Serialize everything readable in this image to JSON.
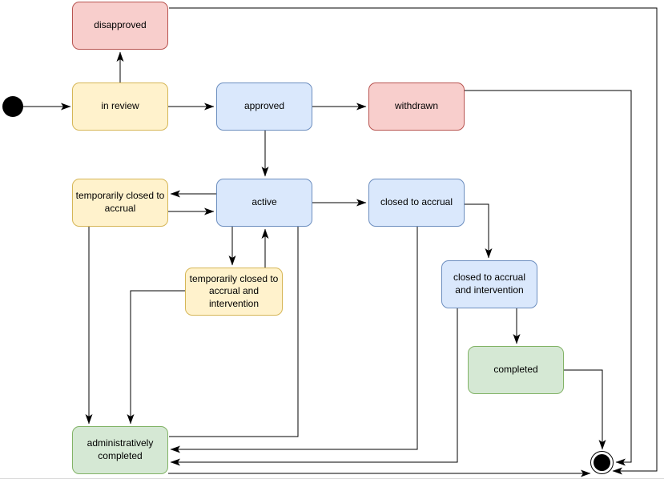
{
  "diagram": {
    "kind": "state-machine-diagram",
    "palette": {
      "yellow": {
        "fill": "#FFF2CC",
        "stroke": "#D6B656"
      },
      "blue": {
        "fill": "#DAE8FC",
        "stroke": "#6C8EBF"
      },
      "red": {
        "fill": "#F8CECC",
        "stroke": "#B85450"
      },
      "green": {
        "fill": "#D5E8D4",
        "stroke": "#82B366"
      },
      "edge": "#000000",
      "terminal": "#000000"
    },
    "nodes": {
      "start": {
        "kind": "initial-state"
      },
      "in_review": {
        "label": "in review",
        "color": "yellow"
      },
      "disapproved": {
        "label": "disapproved",
        "color": "red"
      },
      "approved": {
        "label": "approved",
        "color": "blue"
      },
      "withdrawn": {
        "label": "withdrawn",
        "color": "red"
      },
      "temp_closed_accrual": {
        "label": "temporarily closed to\naccrual",
        "color": "yellow"
      },
      "active": {
        "label": "active",
        "color": "blue"
      },
      "closed_accrual": {
        "label": "closed to accrual",
        "color": "blue"
      },
      "temp_closed_accrual_intervention": {
        "label": "temporarily closed to\naccrual and\nintervention",
        "color": "yellow"
      },
      "closed_accrual_intervention": {
        "label": "closed to accrual\nand intervention",
        "color": "blue"
      },
      "completed": {
        "label": "completed",
        "color": "green"
      },
      "admin_completed": {
        "label": "administratively\ncompleted",
        "color": "green"
      },
      "end": {
        "kind": "final-state"
      }
    },
    "edges": [
      {
        "from": "start",
        "to": "in_review"
      },
      {
        "from": "in_review",
        "to": "disapproved"
      },
      {
        "from": "in_review",
        "to": "approved"
      },
      {
        "from": "approved",
        "to": "withdrawn"
      },
      {
        "from": "approved",
        "to": "active"
      },
      {
        "from": "active",
        "to": "temp_closed_accrual"
      },
      {
        "from": "temp_closed_accrual",
        "to": "active"
      },
      {
        "from": "active",
        "to": "temp_closed_accrual_intervention"
      },
      {
        "from": "temp_closed_accrual_intervention",
        "to": "active"
      },
      {
        "from": "active",
        "to": "closed_accrual"
      },
      {
        "from": "active",
        "to": "admin_completed"
      },
      {
        "from": "closed_accrual",
        "to": "closed_accrual_intervention"
      },
      {
        "from": "closed_accrual",
        "to": "admin_completed"
      },
      {
        "from": "closed_accrual_intervention",
        "to": "admin_completed"
      },
      {
        "from": "closed_accrual_intervention",
        "to": "completed"
      },
      {
        "from": "completed",
        "to": "end"
      },
      {
        "from": "withdrawn",
        "to": "end"
      },
      {
        "from": "disapproved",
        "to": "end"
      },
      {
        "from": "admin_completed",
        "to": "end"
      },
      {
        "from": "temp_closed_accrual",
        "to": "admin_completed"
      },
      {
        "from": "temp_closed_accrual_intervention",
        "to": "admin_completed"
      }
    ]
  }
}
